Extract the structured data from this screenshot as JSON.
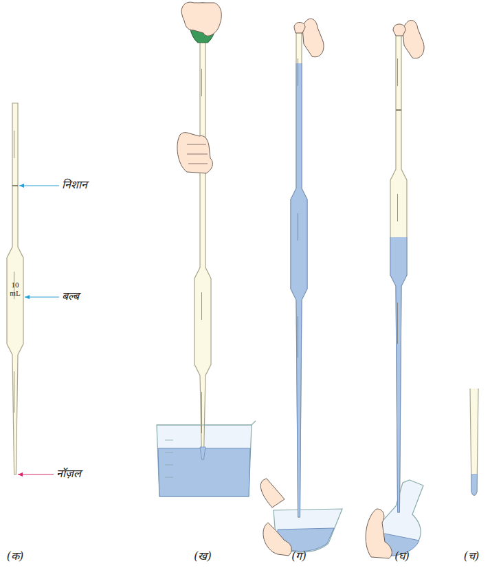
{
  "diagram": {
    "labels": [
      "निशान",
      "10 mL",
      "बल्ब",
      "नॉज़ल",
      "(क)",
      "(ख)",
      "(ग)",
      "(घ)",
      "(च)"
    ]
  }
}
